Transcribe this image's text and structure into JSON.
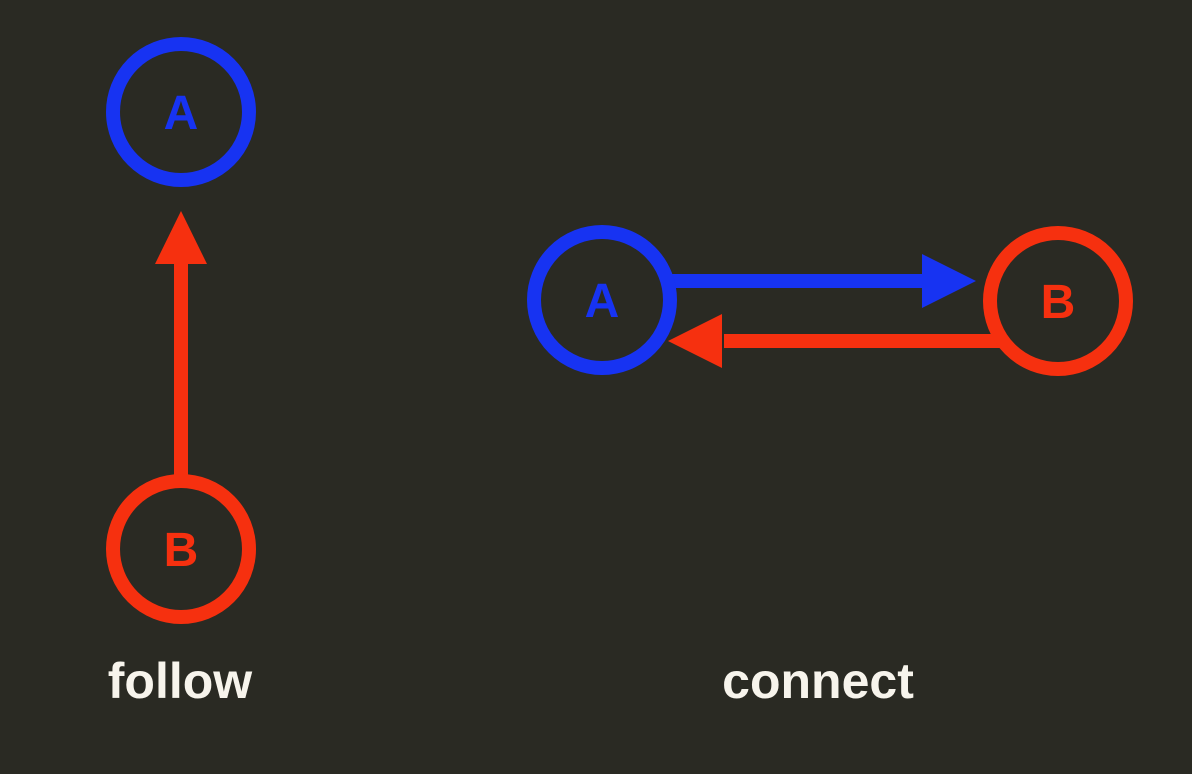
{
  "background": "#2a2a23",
  "colors": {
    "blue": "#1733f2",
    "red": "#f6300f",
    "label": "#f7f4ec"
  },
  "diagrams": {
    "follow": {
      "label": "follow",
      "nodes": {
        "a": {
          "label": "A",
          "color": "#1733f2"
        },
        "b": {
          "label": "B",
          "color": "#f6300f"
        }
      },
      "arrows": [
        {
          "name": "b-to-a",
          "color": "#f6300f",
          "direction": "up"
        }
      ]
    },
    "connect": {
      "label": "connect",
      "nodes": {
        "a": {
          "label": "A",
          "color": "#1733f2"
        },
        "b": {
          "label": "B",
          "color": "#f6300f"
        }
      },
      "arrows": [
        {
          "name": "a-to-b",
          "color": "#1733f2",
          "direction": "right"
        },
        {
          "name": "b-to-a",
          "color": "#f6300f",
          "direction": "left"
        }
      ]
    }
  }
}
